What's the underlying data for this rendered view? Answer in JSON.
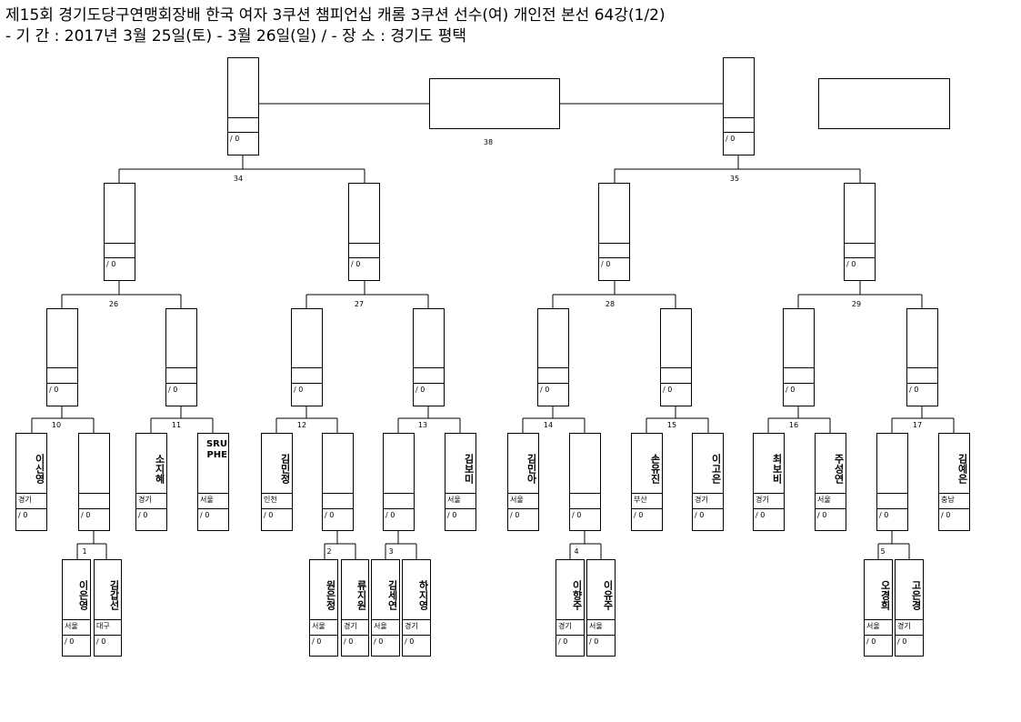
{
  "header": {
    "title_line1": "제15회 경기도당구연맹회장배 한국 여자 3쿠션 챔피언십 캐롬 3쿠션 선수(여) 개인전 본선 64강(1/2)",
    "title_line2": "- 기 간 : 2017년 3월 25일(토) - 3월 26일(일) / - 장 소 : 경기도 평택"
  },
  "score_placeholder": "/ 0",
  "match_numbers": {
    "m38": "38",
    "m34": "34",
    "m35": "35",
    "m26": "26",
    "m27": "27",
    "m28": "28",
    "m29": "29",
    "m10": "10",
    "m11": "11",
    "m12": "12",
    "m13": "13",
    "m14": "14",
    "m15": "15",
    "m16": "16",
    "m17": "17",
    "m1": "1",
    "m2": "2",
    "m3": "3",
    "m4": "4",
    "m5": "5"
  },
  "players": {
    "p_10a": {
      "name": "이신영",
      "region": "경기"
    },
    "p_10b": {
      "name": "",
      "region": ""
    },
    "p_11a": {
      "name": "소지혜",
      "region": "경기"
    },
    "p_11b": {
      "name": "SRU PHE",
      "region": "서울"
    },
    "p_12a": {
      "name": "김민정",
      "region": "인천"
    },
    "p_12b": {
      "name": "",
      "region": ""
    },
    "p_13a": {
      "name": "",
      "region": ""
    },
    "p_13b": {
      "name": "김보미",
      "region": "서울"
    },
    "p_14a": {
      "name": "김민아",
      "region": "서울"
    },
    "p_14b": {
      "name": "",
      "region": ""
    },
    "p_15a": {
      "name": "손유진",
      "region": "부산"
    },
    "p_15b": {
      "name": "이고은",
      "region": "경기"
    },
    "p_16a": {
      "name": "최보비",
      "region": "경기"
    },
    "p_16b": {
      "name": "주성연",
      "region": "서울"
    },
    "p_17a": {
      "name": "",
      "region": ""
    },
    "p_17b": {
      "name": "김예은",
      "region": "충남"
    },
    "p_1a": {
      "name": "이은영",
      "region": "서울"
    },
    "p_1b": {
      "name": "김갑선",
      "region": "대구"
    },
    "p_2a": {
      "name": "원은정",
      "region": "서울"
    },
    "p_2b": {
      "name": "류지원",
      "region": "경기"
    },
    "p_3a": {
      "name": "김세연",
      "region": "서울"
    },
    "p_3b": {
      "name": "하지영",
      "region": "경기"
    },
    "p_4a": {
      "name": "이향주",
      "region": "경기"
    },
    "p_4b": {
      "name": "이유주",
      "region": "서울"
    },
    "p_5a": {
      "name": "오경희",
      "region": "서울"
    },
    "p_5b": {
      "name": "고은경",
      "region": "경기"
    }
  }
}
